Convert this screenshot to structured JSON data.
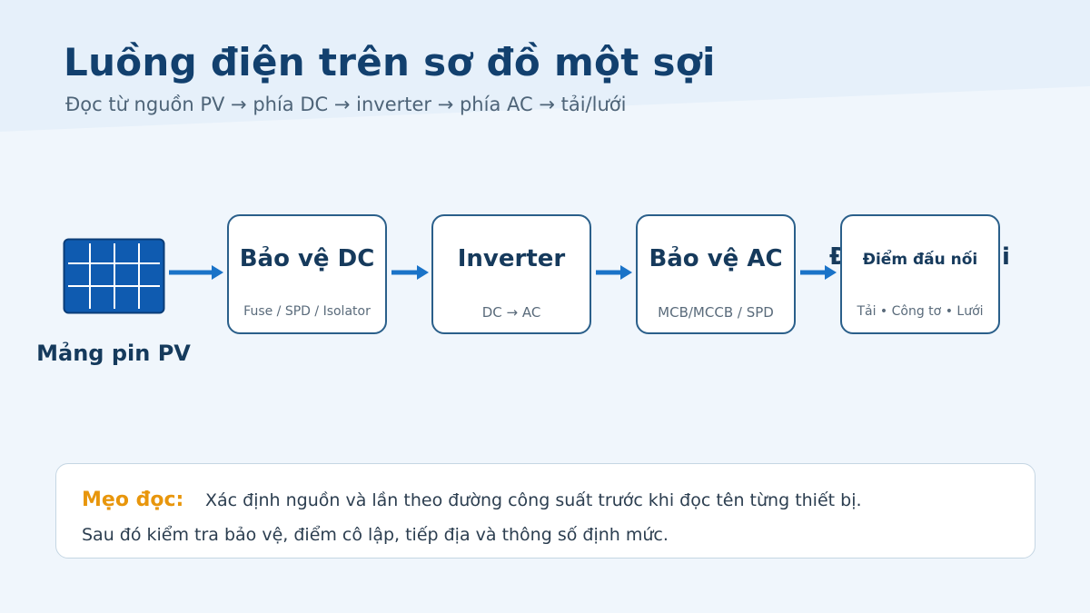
{
  "title": "Luồng điện trên sơ đồ một sợi",
  "subtitle": "Đọc từ nguồn PV → phía DC → inverter → phía AC → tải/lưới",
  "source": {
    "label": "Mảng pin PV",
    "icon": "solar-panel-icon"
  },
  "blocks": [
    {
      "title": "Bảo vệ DC",
      "subtitle": "Fuse / SPD / Isolator"
    },
    {
      "title": "Inverter",
      "subtitle": "DC → AC"
    },
    {
      "title": "Bảo vệ AC",
      "subtitle": "MCB/MCCB / SPD"
    },
    {
      "title": "Điểm đấu nối",
      "subtitle": "Tải • Công tơ • Lưới"
    }
  ],
  "tip": {
    "label": "Mẹo đọc:",
    "line1": "Xác định nguồn và lần theo đường công suất trước khi đọc tên từng thiết bị.",
    "line2": "Sau đó kiểm tra bảo vệ, điểm cô lập, tiếp địa và thông số định mức."
  },
  "colors": {
    "title": "#12406e",
    "accent": "#1a73c8",
    "box_border": "#2a5f8a",
    "tip_label": "#e8960c",
    "panel": "#0f5bb0"
  }
}
